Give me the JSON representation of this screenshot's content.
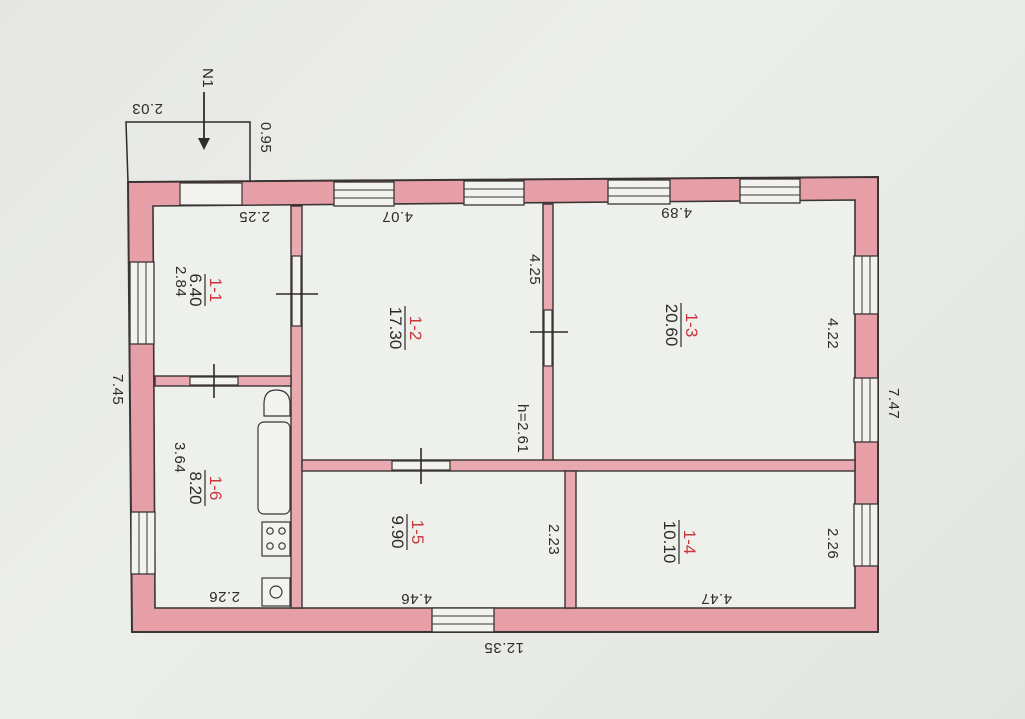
{
  "north_label": "N1",
  "dimensions": {
    "entry_width": "2.03",
    "entry_depth": "0.95",
    "entry_inner": "2.25",
    "wall_top_r2": "4.07",
    "wall_top_r3": "4.89",
    "width_total_left": "7.45",
    "width_total_right": "7.47",
    "length_total": "12.35",
    "r1_depth": "2.84",
    "r6_depth": "3.64",
    "r6_width": "2.26",
    "r2_depth": "4.25",
    "ceiling_height": "h=2.61",
    "r3_depth": "4.22",
    "r5_width": "4.46",
    "r5_depth": "2.23",
    "r4_width": "4.47",
    "r4_depth": "2.26"
  },
  "rooms": [
    {
      "id": "1-1",
      "area": "6.40"
    },
    {
      "id": "1-2",
      "area": "17.30"
    },
    {
      "id": "1-3",
      "area": "20.60"
    },
    {
      "id": "1-4",
      "area": "10.10"
    },
    {
      "id": "1-5",
      "area": "9.90"
    },
    {
      "id": "1-6",
      "area": "8.20"
    }
  ]
}
